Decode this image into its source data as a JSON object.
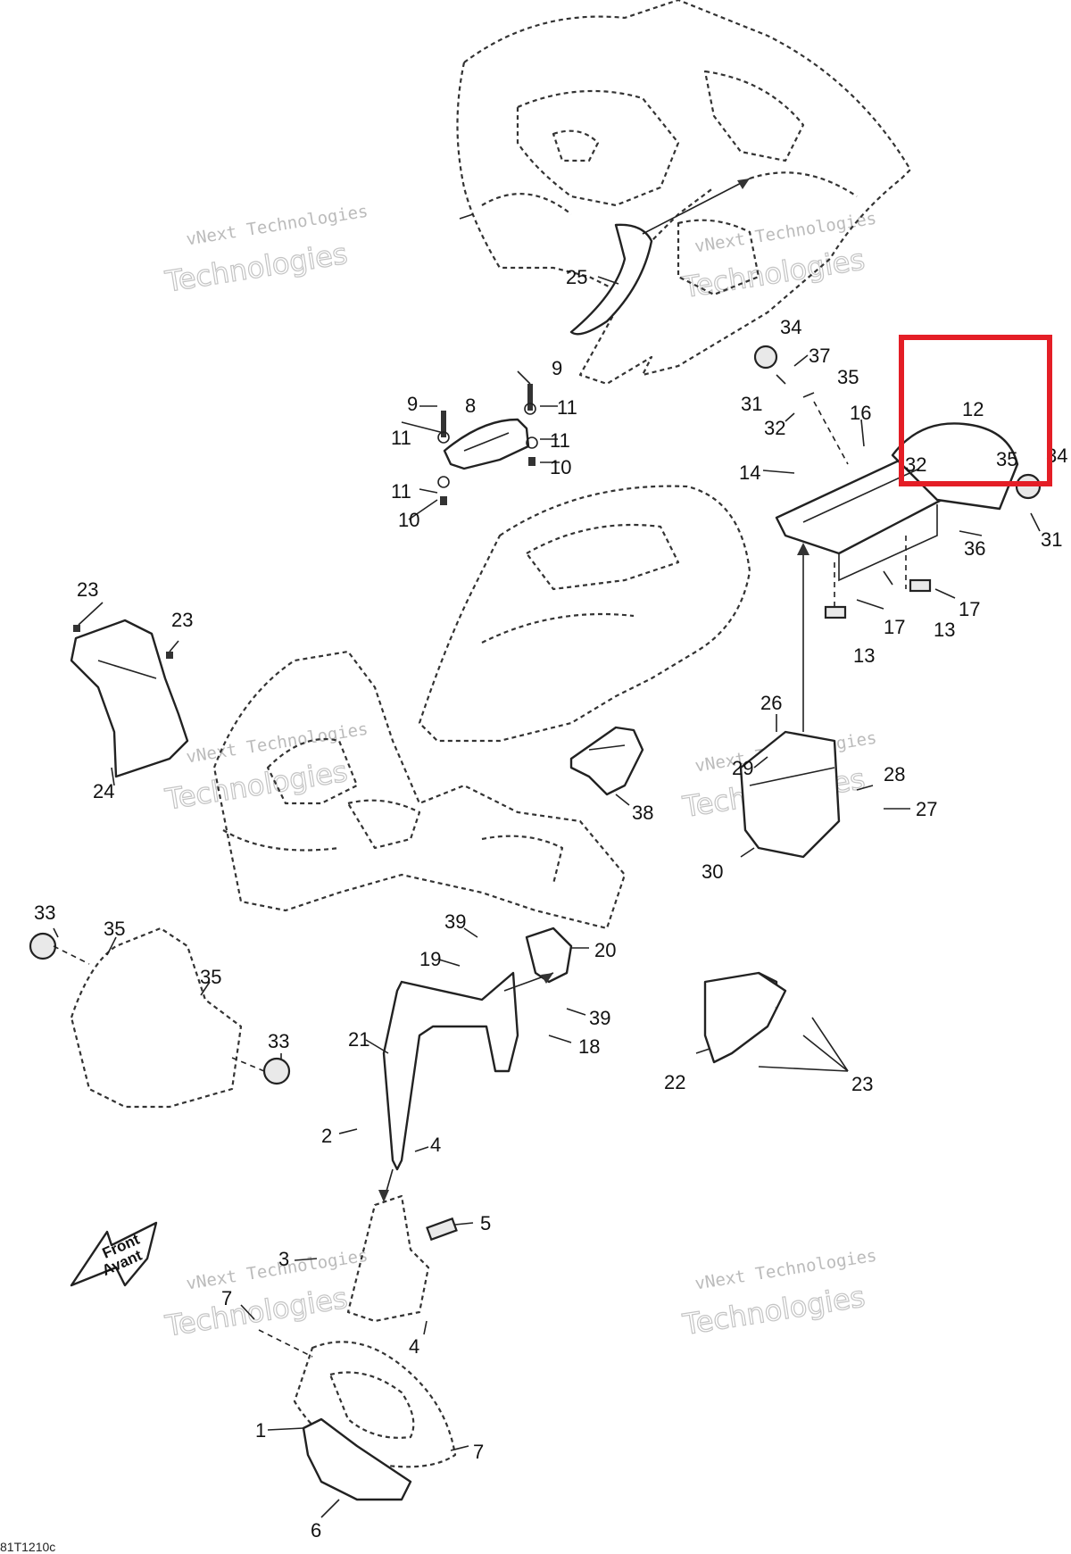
{
  "diagram": {
    "reference_code": "81T1210c",
    "watermark_line1": "vNext Technologies",
    "watermark_line2": "Technologies",
    "front_label_en": "Front",
    "front_label_fr": "Avant",
    "callouts": [
      "1",
      "2",
      "3",
      "4",
      "5",
      "6",
      "7",
      "8",
      "9",
      "10",
      "11",
      "12",
      "13",
      "14",
      "16",
      "17",
      "18",
      "19",
      "20",
      "21",
      "22",
      "23",
      "24",
      "25",
      "26",
      "27",
      "28",
      "29",
      "30",
      "31",
      "32",
      "33",
      "34",
      "35",
      "36",
      "37",
      "38",
      "39"
    ],
    "highlight_color": "#e41e26",
    "highlighted_callouts": [
      "12",
      "32",
      "35",
      "34"
    ]
  }
}
